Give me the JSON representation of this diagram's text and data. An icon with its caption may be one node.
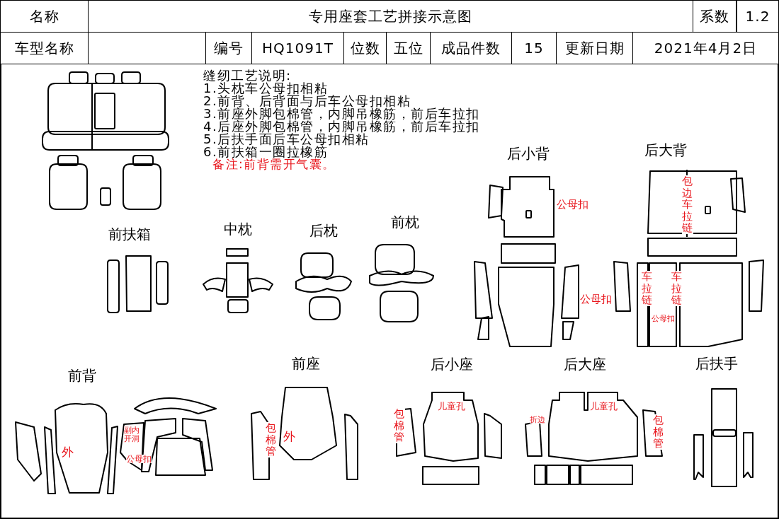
{
  "diagram": {
    "title": "专用座套工艺拼接示意图",
    "labels": [
      "名称",
      "系数",
      "1.2",
      "车型名称",
      "编号",
      "HQ1091T",
      "位数",
      "五位",
      "成品件数",
      "15",
      "更新日期",
      "2021年4月2日",
      "缝纫工艺说明:",
      "1.头枕车公母扣相粘",
      "2.前背、后背面与后车公母扣相粘",
      "3.前座外脚包棉管，内脚吊橡筋，前后车拉扣",
      "4.后座外脚包棉管，内脚吊橡筋，前后车拉扣",
      "5.后扶手面后车公母扣相粘",
      "6.前扶箱一圈拉橡筋",
      "备注:前背需开气囊。",
      "后小背",
      "后大背",
      "包边车拉链",
      "公母扣",
      "前扶箱",
      "中枕",
      "后枕",
      "前枕",
      "车拉链",
      "车拉链",
      "公母扣",
      "公母扣",
      "前座",
      "后小座",
      "后大座",
      "后扶手",
      "前背",
      "外",
      "副内开洞",
      "公母扣",
      "包棉管",
      "外",
      "包棉管",
      "儿童孔",
      "折边",
      "儿童孔",
      "包棉管"
    ]
  }
}
